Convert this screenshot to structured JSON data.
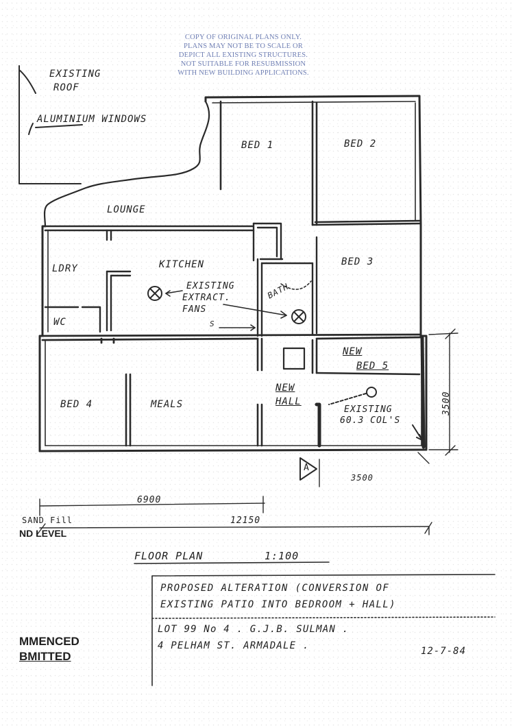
{
  "stamp": {
    "lines": [
      "COPY OF ORIGINAL PLANS ONLY.",
      "PLANS MAY NOT BE TO SCALE OR",
      "DEPICT ALL EXISTING STRUCTURES.",
      "NOT SUITABLE FOR RESUBMISSION",
      "WITH NEW BUILDING APPLICATIONS."
    ]
  },
  "notes": {
    "existing_roof_1": "EXISTING",
    "existing_roof_2": "ROOF",
    "aluminium_windows": "ALUMINIUM WINDOWS",
    "extract_fans_1": "EXISTING",
    "extract_fans_2": "EXTRACT.",
    "extract_fans_3": "FANS",
    "columns_1": "EXISTING",
    "columns_2": "60.3 COL'S",
    "section_marker": "A"
  },
  "rooms": {
    "bed1": "BED 1",
    "bed2": "BED 2",
    "lounge": "LOUNGE",
    "ldry": "LDRY",
    "kitchen": "KITCHEN",
    "bath": "BATH",
    "bed3": "BED 3",
    "wc": "WC",
    "new_bed5_1": "NEW",
    "new_bed5_2": "BED 5",
    "bed4": "BED 4",
    "meals": "MEALS",
    "new_hall_1": "NEW",
    "new_hall_2": "HALL",
    "stair_mark": "S"
  },
  "dimensions": {
    "d3500_vertical": "3500",
    "d3500_horizontal": "3500",
    "d6900": "6900",
    "d12150": "12150"
  },
  "ground": {
    "line1": "SAND Fill",
    "line2": "ND LEVEL"
  },
  "title": {
    "floor_plan": "FLOOR   PLAN",
    "scale": "1:100"
  },
  "title_block": {
    "line1": "PROPOSED ALTERATION (CONVERSION OF",
    "line2": "EXISTING PATIO INTO BEDROOM + HALL)",
    "line3": "LOT 99 No 4 .   G.J.B. SULMAN .",
    "line4": "4  PELHAM ST.  ARMADALE .",
    "date": "12-7-84"
  },
  "margin_stamp": {
    "line1": "MMENCED",
    "line2": "BMITTED"
  }
}
